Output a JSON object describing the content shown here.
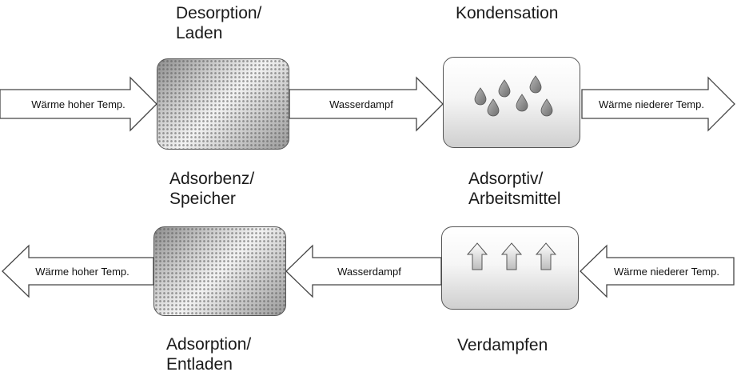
{
  "diagram": {
    "top": {
      "input_arrow": "Wärme hoher Temp.",
      "sorbent_label": "Desorption/\nLaden",
      "vapor_arrow": "Wasserdampf",
      "condenser_label": "Kondensation",
      "output_arrow": "Wärme niederer Temp."
    },
    "middle": {
      "sorbent_label": "Adsorbenz/\nSpeicher",
      "working_fluid_label": "Adsorptiv/\nArbeitsmittel"
    },
    "bottom": {
      "output_arrow": "Wärme hoher Temp.",
      "vapor_arrow": "Wasserdampf",
      "input_arrow": "Wärme niederer Temp.",
      "sorbent_label": "Adsorption/\nEntladen",
      "evaporator_label": "Verdampfen"
    }
  }
}
